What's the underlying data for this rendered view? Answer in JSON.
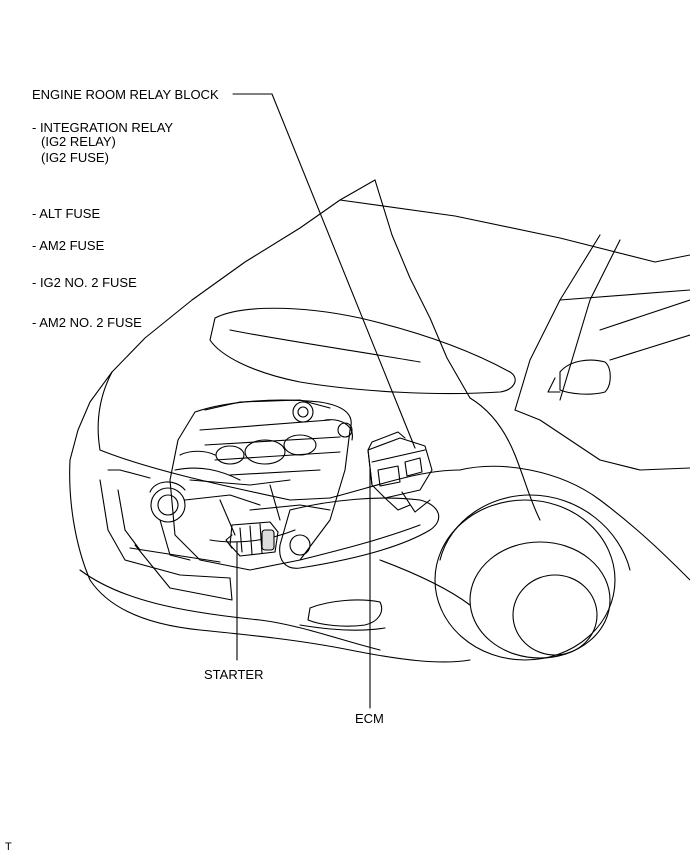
{
  "labels": {
    "relay_block": "ENGINE ROOM RELAY BLOCK",
    "integration_relay": "- INTEGRATION RELAY",
    "ig2_relay": "(IG2 RELAY)",
    "ig2_fuse": "(IG2 FUSE)",
    "alt_fuse": "- ALT FUSE",
    "am2_fuse": "- AM2 FUSE",
    "ig2_no2_fuse": "- IG2 NO. 2 FUSE",
    "am2_no2_fuse": "- AM2 NO. 2 FUSE",
    "starter": "STARTER",
    "ecm": "ECM",
    "corner_mark": "T"
  },
  "colors": {
    "line": "#000000",
    "background": "#ffffff"
  }
}
